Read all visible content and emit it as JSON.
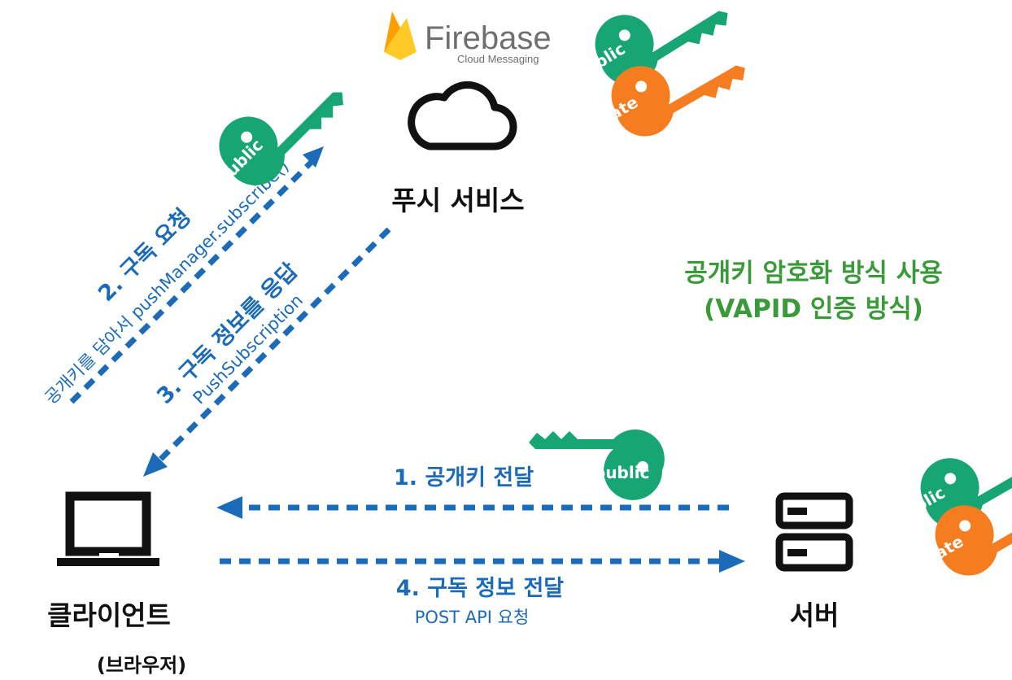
{
  "brand": {
    "name": "Firebase",
    "subtitle": "Cloud Messaging"
  },
  "nodes": {
    "push_service": "푸시 서비스",
    "client": "클라이언트",
    "client_sub": "(브라우저)",
    "server": "서버"
  },
  "note": {
    "line1": "공개키 암호화 방식 사용",
    "line2": "(VAPID 인증 방식)"
  },
  "steps": {
    "step1": "1. 공개키 전달",
    "step2": "2. 구독 요청",
    "step2_sub": "공개키를 담아서 pushManager.subscribe()",
    "step3": "3. 구독 정보를 응답",
    "step3_sub": "PushSubscription",
    "step4": "4. 구독 정보 전달",
    "step4_sub": "POST API 요청"
  },
  "keys": {
    "public": "public",
    "private": "private"
  },
  "colors": {
    "arrow_blue": "#1b6bb8",
    "public_key_green": "#17a673",
    "private_key_orange": "#f57c1f",
    "note_green": "#3a9a3a",
    "firebase_yellow": "#ffca28",
    "firebase_orange": "#f57c00"
  },
  "icons": [
    "firebase-logo-icon",
    "cloud-icon",
    "laptop-icon",
    "server-icon",
    "key-icon"
  ]
}
